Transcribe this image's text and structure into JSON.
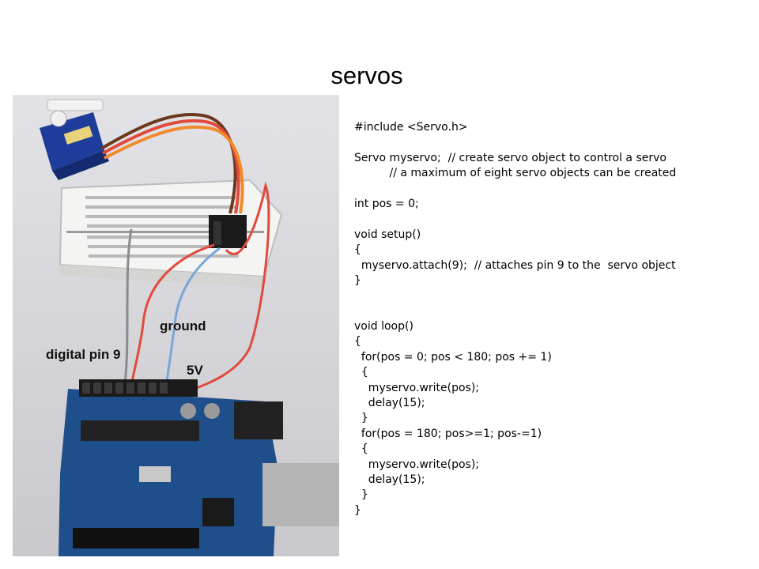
{
  "slide": {
    "title": "servos"
  },
  "photo_labels": {
    "ground": "ground",
    "digital_pin": "digital pin 9",
    "five_volt": "5V"
  },
  "colors": {
    "wire_red": "#e14a3c",
    "wire_blue": "#7aa6d8",
    "wire_gray": "#8a8a8a",
    "board_blue": "#1f4f8a",
    "servo_blue": "#1e3d9a"
  },
  "code_lines": [
    "#include <Servo.h>",
    "",
    "Servo myservo;  // create servo object to control a servo",
    "          // a maximum of eight servo objects can be created",
    "",
    "int pos = 0;",
    "",
    "void setup()",
    "{",
    "  myservo.attach(9);  // attaches pin 9 to the  servo object",
    "}",
    "",
    "",
    "void loop()",
    "{",
    "  for(pos = 0; pos < 180; pos += 1)",
    "  {",
    "    myservo.write(pos);",
    "    delay(15);",
    "  }",
    "  for(pos = 180; pos>=1; pos-=1)",
    "  {",
    "    myservo.write(pos);",
    "    delay(15);",
    "  }",
    "}"
  ]
}
